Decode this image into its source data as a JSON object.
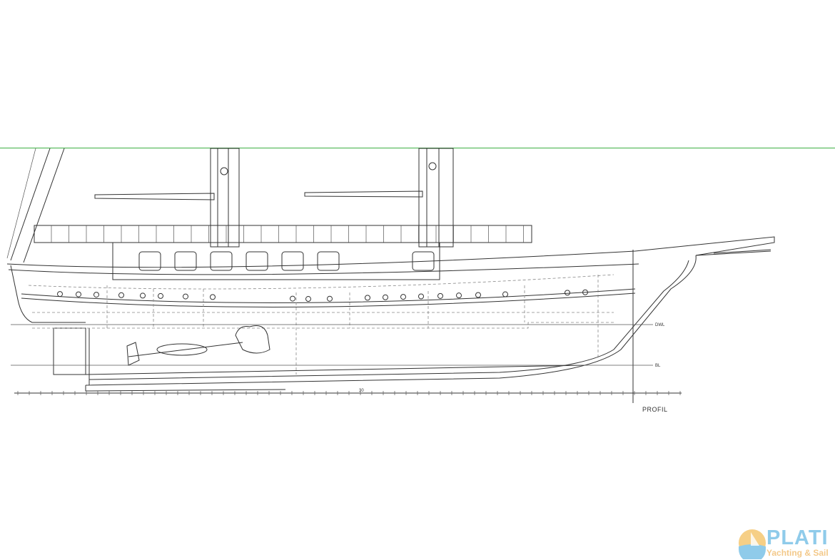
{
  "drawing": {
    "view_label": "PROFIL",
    "dwl_label": "DWL",
    "bl_label": "BL",
    "scale_number": "30",
    "guide_line_color": "#3cb043",
    "line_color": "#333333"
  },
  "logo": {
    "name": "PLATI",
    "tagline": "Yachting & Sail",
    "sun_color": "#f6cf86",
    "sea_color": "#8fcbea"
  }
}
